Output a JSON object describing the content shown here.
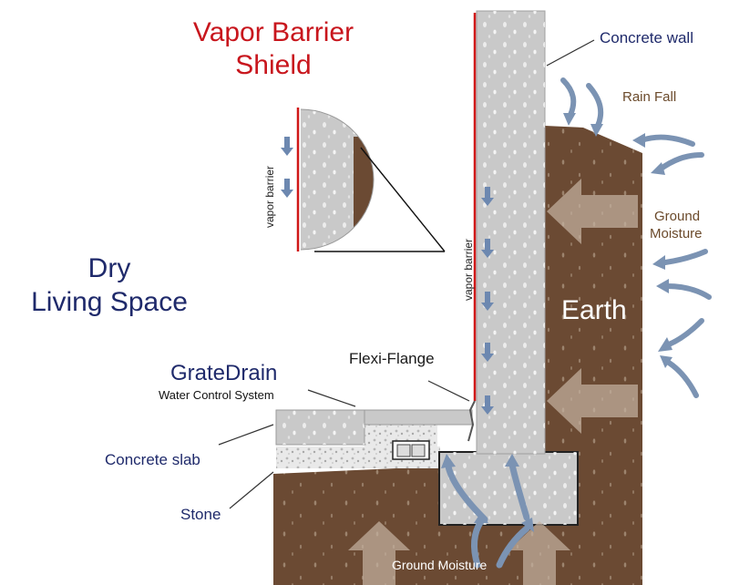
{
  "diagram": {
    "title_line1": "Vapor Barrier",
    "title_line2": "Shield",
    "living_line1": "Dry",
    "living_line2": "Living Space",
    "labels": {
      "concrete_wall": "Concrete wall",
      "rain_fall": "Rain Fall",
      "ground_moisture_side_1": "Ground",
      "ground_moisture_side_2": "Moisture",
      "earth": "Earth",
      "flexi_flange": "Flexi-Flange",
      "gratedrain": "GrateDrain",
      "gratedrain_sub": "Water Control System",
      "concrete_slab": "Concrete slab",
      "stone": "Stone",
      "ground_moisture_bottom": "Ground Moisture",
      "vapor_barrier_inset": "vapor barrier",
      "vapor_barrier_wall": "vapor barrier"
    },
    "colors": {
      "title": "#c8161d",
      "navy_text": "#1f2a6b",
      "earth": "#6b4a33",
      "concrete": "#c9c9c9",
      "vapor_barrier": "#d01818",
      "moisture_arrow": "#7b93b3"
    }
  }
}
